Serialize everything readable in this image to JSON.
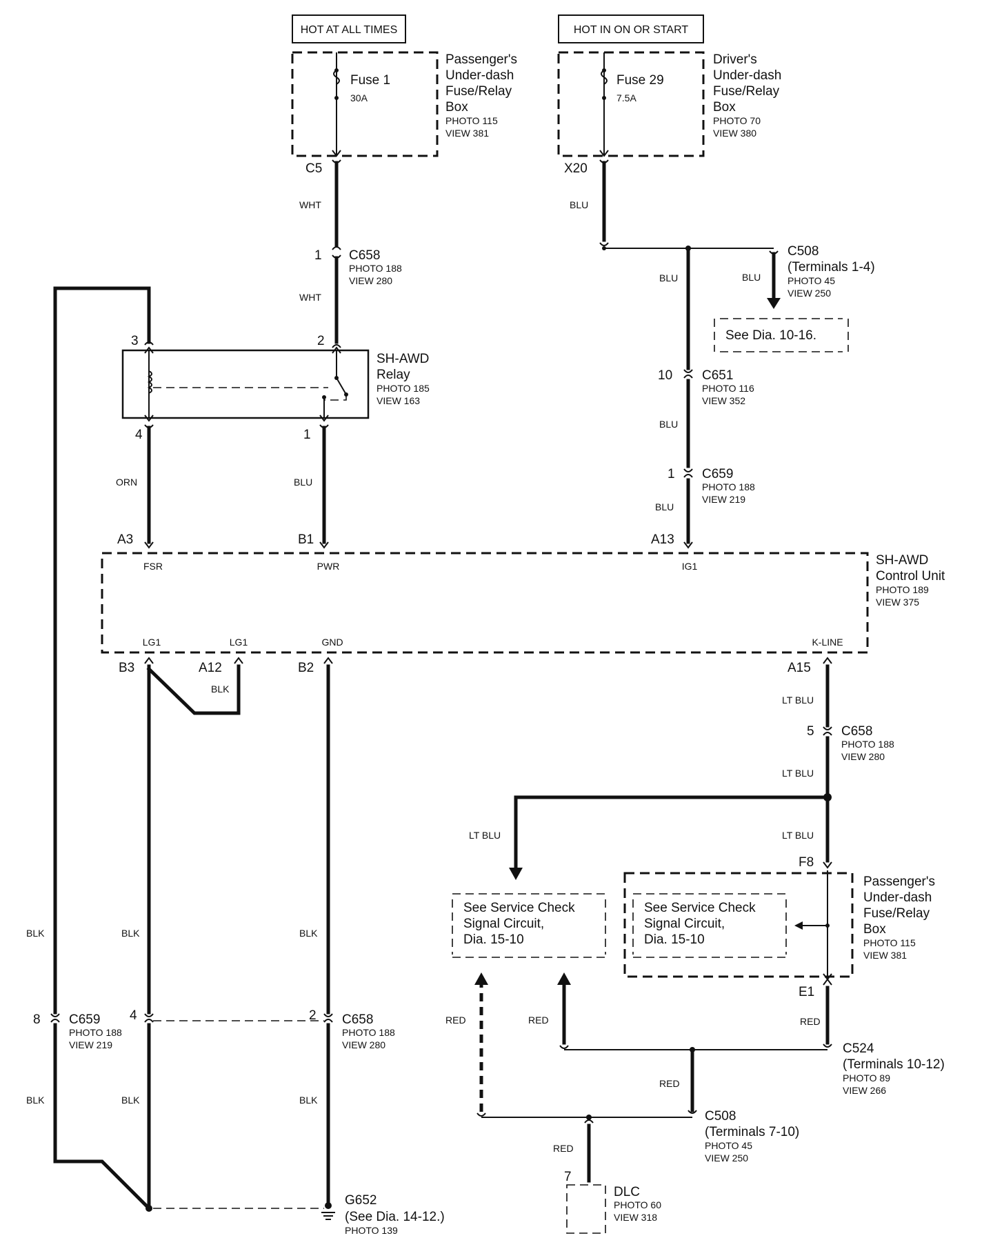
{
  "sources": {
    "hot_at_all_times": "HOT AT ALL TIMES",
    "hot_in_on_or_start": "HOT IN ON OR START"
  },
  "pass_box": {
    "title": [
      "Passenger's",
      "Under-dash",
      "Fuse/Relay",
      "Box"
    ],
    "photo": "PHOTO 115",
    "view": "VIEW 381",
    "fuse": "Fuse 1",
    "rating": "30A",
    "connector": "C5"
  },
  "driver_box": {
    "title": [
      "Driver's",
      "Under-dash",
      "Fuse/Relay",
      "Box"
    ],
    "photo": "PHOTO 70",
    "view": "VIEW 380",
    "fuse": "Fuse 29",
    "rating": "7.5A",
    "connector": "X20"
  },
  "wires": {
    "wht": "WHT",
    "blu": "BLU",
    "orn": "ORN",
    "blk": "BLK",
    "lt_blu": "LT BLU",
    "red": "RED"
  },
  "c658_top": {
    "pin": "1",
    "name": "C658",
    "photo": "PHOTO 188",
    "view": "VIEW 280"
  },
  "c508_top": {
    "name": "C508",
    "terminals": "(Terminals 1-4)",
    "photo": "PHOTO 45",
    "view": "VIEW 250",
    "see": "See Dia. 10-16."
  },
  "relay": {
    "title": [
      "SH-AWD",
      "Relay"
    ],
    "photo": "PHOTO 185",
    "view": "VIEW 163",
    "pin3": "3",
    "pin2": "2",
    "pin4": "4",
    "pin1": "1"
  },
  "c651": {
    "pin": "10",
    "name": "C651",
    "photo": "PHOTO 116",
    "view": "VIEW 352"
  },
  "c659_top": {
    "pin": "1",
    "name": "C659",
    "photo": "PHOTO 188",
    "view": "VIEW 219"
  },
  "control_unit": {
    "title": [
      "SH-AWD",
      "Control Unit"
    ],
    "photo": "PHOTO 189",
    "view": "VIEW 375",
    "top_pins": [
      "A3",
      "B1",
      "A13"
    ],
    "top_terms": [
      "FSR",
      "PWR",
      "IG1"
    ],
    "bottom_pins": [
      "B3",
      "A12",
      "B2",
      "A15"
    ],
    "bottom_terms": [
      "LG1",
      "LG1",
      "GND",
      "K-LINE"
    ]
  },
  "c658_right": {
    "pin": "5",
    "name": "C658",
    "photo": "PHOTO 188",
    "view": "VIEW 280"
  },
  "service_check": [
    "See Service Check",
    "Signal Circuit,",
    "Dia. 15-10"
  ],
  "pass_box2": {
    "title": [
      "Passenger's",
      "Under-dash",
      "Fuse/Relay",
      "Box"
    ],
    "photo": "PHOTO 115",
    "view": "VIEW 381",
    "pin_top": "F8",
    "pin_bottom": "E1"
  },
  "c659_bottom": {
    "pin": "8",
    "name": "C659",
    "photo": "PHOTO 188",
    "view": "VIEW 219",
    "pin2": "4"
  },
  "c658_bottom": {
    "pin": "2",
    "name": "C658",
    "photo": "PHOTO 188",
    "view": "VIEW 280"
  },
  "c524": {
    "name": "C524",
    "terminals": "(Terminals 10-12)",
    "photo": "PHOTO 89",
    "view": "VIEW 266"
  },
  "c508_bottom": {
    "name": "C508",
    "terminals": "(Terminals 7-10)",
    "photo": "PHOTO 45",
    "view": "VIEW 250"
  },
  "dlc": {
    "pin": "7",
    "name": "DLC",
    "photo": "PHOTO 60",
    "view": "VIEW 318"
  },
  "g652": {
    "name": "G652",
    "see": "(See Dia. 14-12.)",
    "photo": "PHOTO 139"
  }
}
